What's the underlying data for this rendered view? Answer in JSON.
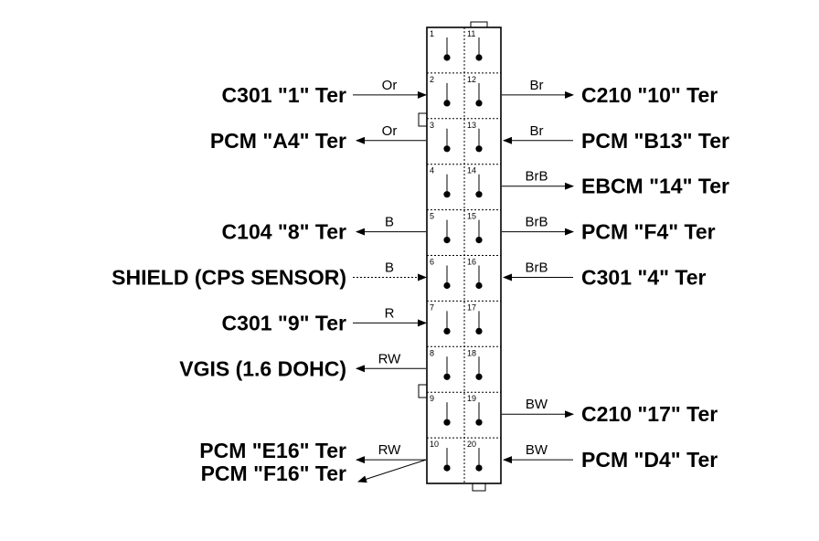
{
  "connector": {
    "pins_left": [
      "1",
      "2",
      "3",
      "4",
      "5",
      "6",
      "7",
      "8",
      "9",
      "10"
    ],
    "pins_right": [
      "11",
      "12",
      "13",
      "14",
      "15",
      "16",
      "17",
      "18",
      "19",
      "20"
    ]
  },
  "left_circuits": [
    {
      "row": 1,
      "label": "C301 \"1\" Ter",
      "wire": "Or",
      "dir": "in",
      "style": "solid"
    },
    {
      "row": 2,
      "label": "PCM \"A4\" Ter",
      "wire": "Or",
      "dir": "out",
      "style": "solid"
    },
    {
      "row": 4,
      "label": "C104 \"8\" Ter",
      "wire": "B",
      "dir": "out",
      "style": "solid"
    },
    {
      "row": 5,
      "label": "SHIELD (CPS SENSOR)",
      "wire": "B",
      "dir": "in",
      "style": "dashed"
    },
    {
      "row": 6,
      "label": "C301 \"9\" Ter",
      "wire": "R",
      "dir": "in",
      "style": "solid"
    },
    {
      "row": 7,
      "label": "VGIS (1.6 DOHC)",
      "wire": "RW",
      "dir": "out",
      "style": "solid"
    },
    {
      "row": 9,
      "label": "PCM \"E16\" Ter",
      "label2": "PCM \"F16\" Ter",
      "wire": "RW",
      "dir": "split",
      "style": "solid"
    }
  ],
  "right_circuits": [
    {
      "row": 1,
      "label": "C210 \"10\" Ter",
      "wire": "Br",
      "dir": "out"
    },
    {
      "row": 2,
      "label": "PCM \"B13\" Ter",
      "wire": "Br",
      "dir": "in"
    },
    {
      "row": 3,
      "label": "EBCM \"14\" Ter",
      "wire": "BrB",
      "dir": "out"
    },
    {
      "row": 4,
      "label": "PCM \"F4\" Ter",
      "wire": "BrB",
      "dir": "out"
    },
    {
      "row": 5,
      "label": "C301 \"4\" Ter",
      "wire": "BrB",
      "dir": "in"
    },
    {
      "row": 8,
      "label": "C210 \"17\" Ter",
      "wire": "BW",
      "dir": "out"
    },
    {
      "row": 9,
      "label": "PCM \"D4\" Ter",
      "wire": "BW",
      "dir": "in"
    }
  ]
}
